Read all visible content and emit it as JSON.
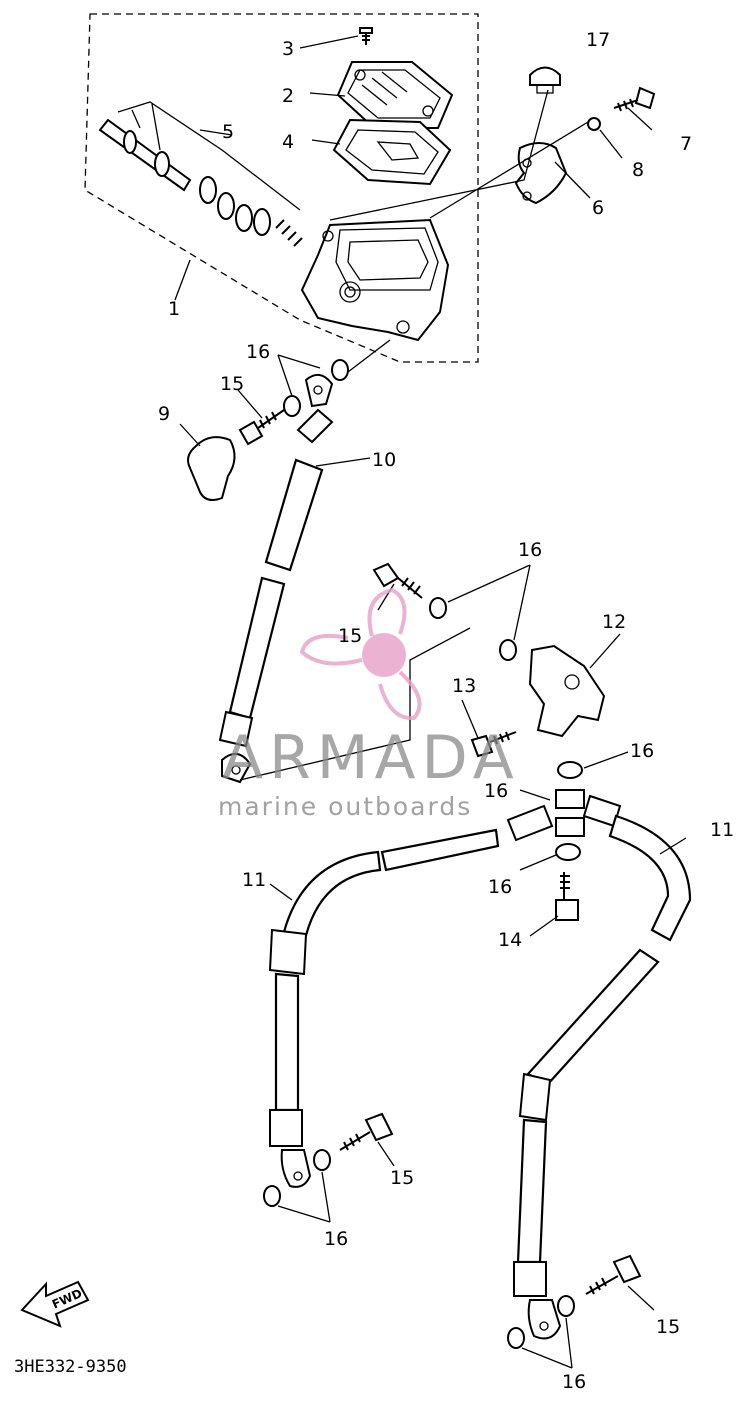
{
  "diagram_code": "3HE332-9350",
  "fwd_label": "FWD",
  "watermark": {
    "brand": "ARMADA",
    "tagline": "marine outboards",
    "logo_color": "#e8a0c8"
  },
  "callouts": [
    "1",
    "2",
    "3",
    "4",
    "5",
    "6",
    "7",
    "8",
    "9",
    "10",
    "11",
    "11",
    "12",
    "13",
    "14",
    "15",
    "15",
    "15",
    "15",
    "16",
    "16",
    "16",
    "16",
    "16",
    "16",
    "16",
    "17"
  ]
}
